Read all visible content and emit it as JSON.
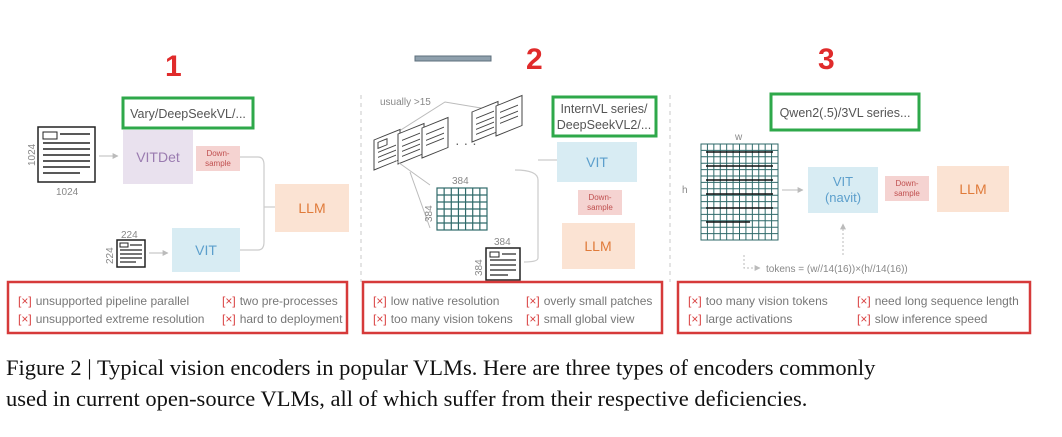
{
  "panels": [
    {
      "number": "1",
      "model_box": "Vary/DeepSeekVL/...",
      "dim_large_h": "1024",
      "dim_large_w": "1024",
      "encoder_a": "VITDet",
      "downsample": [
        "Down-",
        "sample"
      ],
      "dim_small_w": "224",
      "dim_small_h": "224",
      "encoder_b": "VIT",
      "llm": "LLM",
      "issues": [
        "unsupported pipeline  parallel",
        "unsupported extreme resolution",
        "two pre-processes",
        "hard to deployment"
      ]
    },
    {
      "number": "2",
      "model_box": [
        "InternVL series/",
        "DeepSeekVL2/..."
      ],
      "tiles_note": "usually >15",
      "tile_w": "384",
      "tile_h": "384",
      "thumb_w": "384",
      "thumb_h": "384",
      "encoder": "VIT",
      "downsample": [
        "Down-",
        "sample"
      ],
      "llm": "LLM",
      "issues": [
        "low native resolution",
        "too many vision tokens",
        "overly small patches",
        "small global view"
      ]
    },
    {
      "number": "3",
      "model_box": "Qwen2(.5)/3VL series...",
      "grid_w": "w",
      "grid_h": "h",
      "encoder": [
        "VIT",
        "(navit)"
      ],
      "downsample": [
        "Down-",
        "sample"
      ],
      "llm": "LLM",
      "tokens_formula": "tokens = (w//14(16))×(h//14(16))",
      "issues": [
        "too many vision tokens",
        "large activations",
        "need long sequence length",
        "slow inference speed"
      ]
    }
  ],
  "issue_marker": "[×]",
  "caption": {
    "line1": "Figure 2 | Typical vision encoders in popular VLMs. Here are three types of encoders commonly",
    "line2": "used in current open-source VLMs, all of which suffer from their respective deficiencies."
  },
  "colors": {
    "red": "#e02b2b",
    "green": "#2ea84a",
    "vit_blue": "#d8ecf3",
    "vitdet_purple": "#e9e1ee",
    "llm_orange": "#fbe3d3",
    "down_pink": "#f5d3d1",
    "divider_dash": "#c8c8c8",
    "grid_teal": "#2f6a6a"
  }
}
